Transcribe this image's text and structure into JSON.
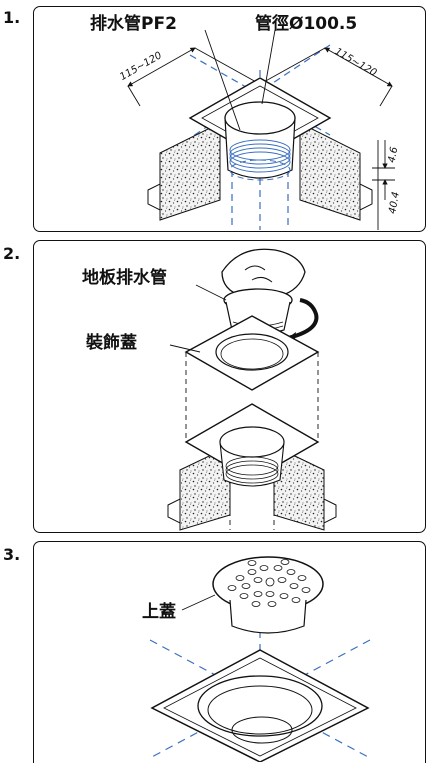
{
  "steps": [
    {
      "number": "1.",
      "labels": {
        "drain_pipe": "排水管PF2",
        "pipe_diameter": "管徑Ø100.5"
      },
      "dimensions": {
        "left_width": "115~120",
        "right_width": "115~120",
        "depth_upper": "4.6",
        "depth_lower": "40.4"
      }
    },
    {
      "number": "2.",
      "labels": {
        "floor_drain": "地板排水管",
        "decorative_cover": "裝飾蓋"
      }
    },
    {
      "number": "3.",
      "labels": {
        "top_cover": "上蓋"
      }
    }
  ]
}
